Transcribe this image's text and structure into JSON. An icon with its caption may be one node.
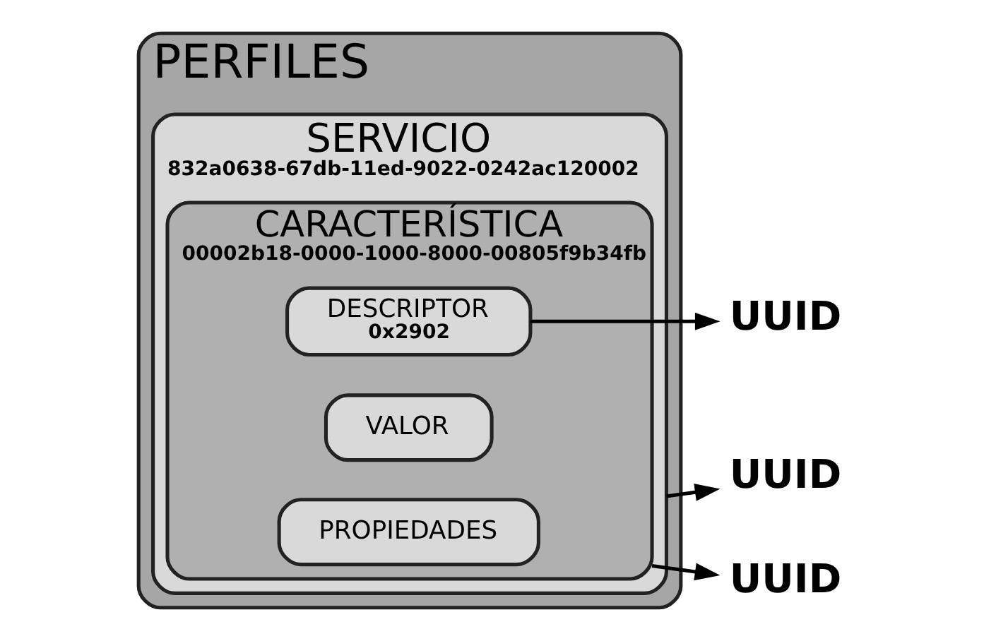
{
  "diagram": {
    "nodes": [
      {
        "text": [
          "PERFILES"
        ]
      },
      {
        "text": [
          "SERVICIO",
          "832a0638-67db-11ed-9022-0242ac120002"
        ],
        "in": 0
      },
      {
        "text": [
          "CARACTERÍSTICA",
          "00002b18-0000-1000-8000-00805f9b34fb"
        ],
        "in": 1
      },
      {
        "text": [
          "PROPIEDADES"
        ],
        "in": 2
      },
      {
        "text": [
          "VALOR"
        ],
        "in": 2
      },
      {
        "text": [
          "DESCRIPTOR",
          "0x2902"
        ],
        "in": 2
      },
      {
        "text": [
          "UUID"
        ]
      },
      {
        "text": [
          "UUID"
        ]
      },
      {
        "text": [
          "UUID"
        ]
      }
    ],
    "edges": [
      {
        "from": 1,
        "to": 6,
        "arrow": "to"
      },
      {
        "from": 2,
        "to": 7,
        "arrow": "to"
      },
      {
        "from": 5,
        "to": 8,
        "arrow": "to"
      }
    ]
  }
}
